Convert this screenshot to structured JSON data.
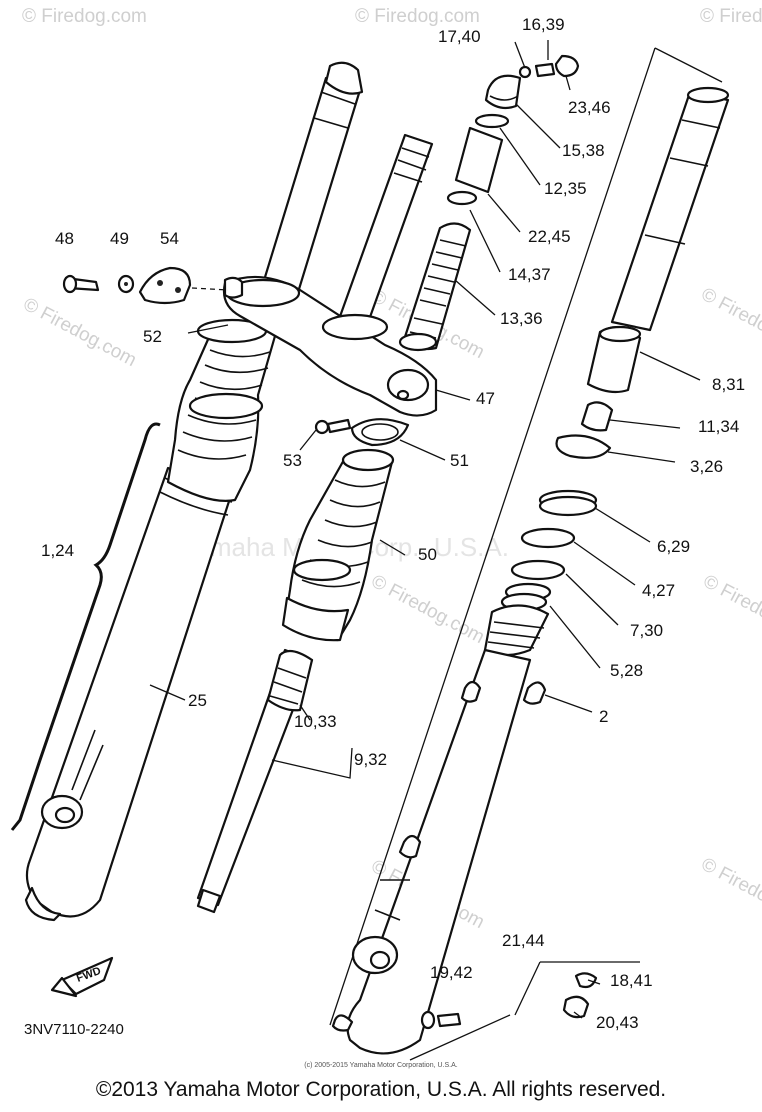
{
  "watermark": {
    "site": "© Firedog.com",
    "center_text": "Yamaha Motor Corp., U.S.A."
  },
  "labels": {
    "p1_24": "1,24",
    "p2": "2",
    "p3_26": "3,26",
    "p4_27": "4,27",
    "p5_28": "5,28",
    "p6_29": "6,29",
    "p7_30": "7,30",
    "p8_31": "8,31",
    "p9_32": "9,32",
    "p10_33": "10,33",
    "p11_34": "11,34",
    "p12_35": "12,35",
    "p13_36": "13,36",
    "p14_37": "14,37",
    "p15_38": "15,38",
    "p16_39": "16,39",
    "p17_40": "17,40",
    "p18_41": "18,41",
    "p19_42": "19,42",
    "p20_43": "20,43",
    "p21_44": "21,44",
    "p22_45": "22,45",
    "p23_46": "23,46",
    "p25": "25",
    "p47": "47",
    "p48": "48",
    "p49": "49",
    "p50": "50",
    "p51": "51",
    "p52": "52",
    "p53": "53",
    "p54": "54"
  },
  "fwd_label": "FWD",
  "diagram_code": "3NV7110-2240",
  "small_copyright": "(c) 2005-2015 Yamaha Motor Corporation, U.S.A.",
  "copyright": "©2013 Yamaha Motor Corporation, U.S.A. All rights reserved."
}
